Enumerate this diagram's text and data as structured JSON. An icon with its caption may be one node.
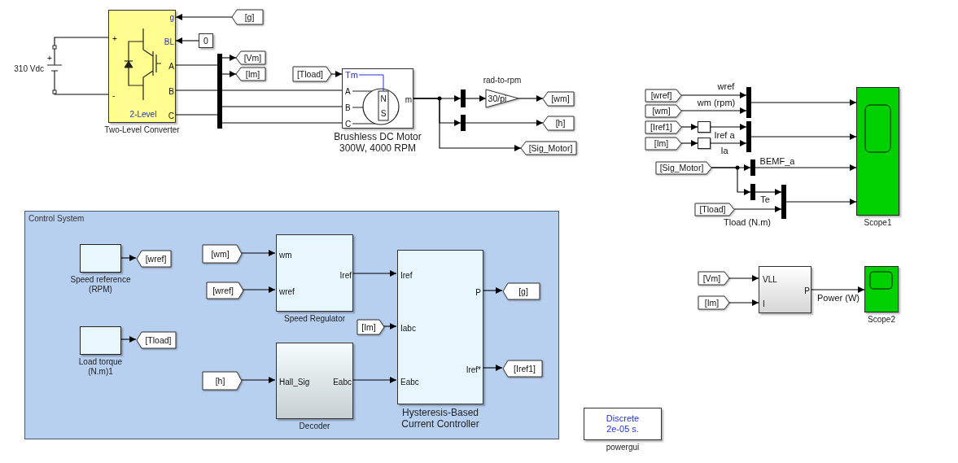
{
  "diagram": {
    "nodes": [
      {
        "text": [
          "g",
          "BL",
          "A",
          "B",
          "C",
          "+",
          "-",
          "2-Level"
        ],
        "beside": [
          "Two-Level Converter"
        ]
      },
      {
        "text": [
          "+"
        ],
        "beside": [
          "310 Vdc"
        ]
      },
      {
        "text": [
          "[g]"
        ]
      },
      {
        "text": [
          "0"
        ]
      },
      {
        "text": [],
        "shape": "bar"
      },
      {
        "text": [
          "[Vm]"
        ]
      },
      {
        "text": [
          "[Im]"
        ]
      },
      {
        "text": [
          "[Tload]"
        ]
      },
      {
        "text": [
          "Tm",
          "A",
          "B",
          "C",
          "m",
          "N",
          "S"
        ],
        "beside": [
          "Brushless DC Motor 300W, 4000 RPM"
        ]
      },
      {
        "text": [],
        "shape": "bar"
      },
      {
        "text": [],
        "shape": "bar"
      },
      {
        "text": [
          "30/pi"
        ],
        "beside": [
          "rad-to-rpm"
        ]
      },
      {
        "text": [
          "[wm]"
        ]
      },
      {
        "text": [
          "[h]"
        ]
      },
      {
        "text": [
          "[Sig_Motor]"
        ]
      },
      {
        "text": [
          "[wref]"
        ]
      },
      {
        "text": [
          "[wm]"
        ]
      },
      {
        "text": [
          "[Iref1]"
        ]
      },
      {
        "text": [
          "[Im]"
        ]
      },
      {
        "text": [],
        "shape": "box"
      },
      {
        "text": [],
        "shape": "box"
      },
      {
        "text": [],
        "shape": "bar"
      },
      {
        "text": [],
        "shape": "bar"
      },
      {
        "text": [
          "[Sig_Motor]"
        ]
      },
      {
        "text": [],
        "shape": "bar"
      },
      {
        "text": [],
        "shape": "bar"
      },
      {
        "text": [],
        "shape": "bar"
      },
      {
        "text": [
          "[Tload]"
        ]
      },
      {
        "text": [],
        "shape": "box",
        "beside": [
          "Scope1"
        ]
      },
      {
        "text": [
          "[Vm]"
        ]
      },
      {
        "text": [
          "[Im]"
        ]
      },
      {
        "text": [
          "VLL",
          "I",
          "P"
        ]
      },
      {
        "text": [],
        "shape": "box",
        "beside": [
          "Scope2"
        ]
      },
      {
        "text": [
          "Discrete 2e-05 s."
        ],
        "beside": [
          "powergui"
        ]
      },
      {
        "text": [
          "Control System"
        ]
      },
      {
        "text": [],
        "shape": "box",
        "beside": [
          "Speed reference (RPM)"
        ],
        "in": 34
      },
      {
        "text": [
          "[wref]"
        ],
        "in": 34
      },
      {
        "text": [],
        "shape": "box",
        "beside": [
          "Load torque (N.m)1"
        ],
        "in": 34
      },
      {
        "text": [
          "[Tload]"
        ],
        "in": 34
      },
      {
        "text": [
          "[wm]"
        ],
        "in": 34
      },
      {
        "text": [
          "[wref]"
        ],
        "in": 34
      },
      {
        "text": [
          "wm",
          "wref",
          "Iref"
        ],
        "beside": [
          "Speed Regulator"
        ],
        "in": 34
      },
      {
        "text": [
          "[h]"
        ],
        "in": 34
      },
      {
        "text": [
          "Hall_Sig",
          "Eabc"
        ],
        "beside": [
          "Decoder"
        ],
        "in": 34
      },
      {
        "text": [
          "[Im]"
        ],
        "in": 34
      },
      {
        "text": [
          "Iref",
          "Iabc",
          "Eabc",
          "P",
          "Iref*"
        ],
        "beside": [
          "Hysteresis-Based Current Controller"
        ],
        "in": 34
      },
      {
        "text": [
          "[g]"
        ],
        "in": 34
      },
      {
        "text": [
          "[Iref1]"
        ],
        "in": 34
      }
    ],
    "edges": [
      {
        "from": 1,
        "to": 0,
        "arrow": "none"
      },
      {
        "from": 1,
        "to": 0,
        "arrow": "none"
      },
      {
        "from": 2,
        "to": 0,
        "arrow": "to"
      },
      {
        "from": 3,
        "to": 0,
        "arrow": "to"
      },
      {
        "from": 0,
        "to": 4,
        "arrow": "none"
      },
      {
        "from": 0,
        "to": 4,
        "arrow": "none"
      },
      {
        "from": 0,
        "to": 4,
        "arrow": "none"
      },
      {
        "from": 4,
        "to": 5,
        "arrow": "to"
      },
      {
        "from": 4,
        "to": 6,
        "arrow": "to"
      },
      {
        "from": 4,
        "to": 8,
        "arrow": "none"
      },
      {
        "from": 4,
        "to": 8,
        "arrow": "none"
      },
      {
        "from": 4,
        "to": 8,
        "arrow": "none"
      },
      {
        "from": 7,
        "to": 8,
        "arrow": "to"
      },
      {
        "from": 8,
        "to": 9,
        "arrow": "to"
      },
      {
        "from": 8,
        "to": 10,
        "arrow": "to"
      },
      {
        "from": 8,
        "to": 14,
        "arrow": "to"
      },
      {
        "from": 9,
        "to": 11,
        "arrow": "to"
      },
      {
        "from": 11,
        "to": 12,
        "arrow": "to"
      },
      {
        "from": 10,
        "to": 13,
        "arrow": "to"
      },
      {
        "from": 15,
        "to": 21,
        "arrow": "to",
        "label": "wref"
      },
      {
        "from": 16,
        "to": 21,
        "arrow": "to",
        "label": "wm (rpm)"
      },
      {
        "from": 17,
        "to": 19,
        "arrow": "to"
      },
      {
        "from": 18,
        "to": 20,
        "arrow": "to"
      },
      {
        "from": 19,
        "to": 22,
        "arrow": "to",
        "label": "Iref a"
      },
      {
        "from": 20,
        "to": 22,
        "arrow": "to",
        "label": "Ia"
      },
      {
        "from": 21,
        "to": 28,
        "arrow": "to"
      },
      {
        "from": 22,
        "to": 28,
        "arrow": "to"
      },
      {
        "from": 23,
        "to": 24,
        "arrow": "to"
      },
      {
        "from": 23,
        "to": 25,
        "arrow": "to"
      },
      {
        "from": 24,
        "to": 28,
        "arrow": "to",
        "label": "BEMF_a"
      },
      {
        "from": 25,
        "to": 26,
        "arrow": "to",
        "label": "Te"
      },
      {
        "from": 27,
        "to": 26,
        "arrow": "to",
        "label": "Tload (N.m)"
      },
      {
        "from": 26,
        "to": 28,
        "arrow": "to"
      },
      {
        "from": 29,
        "to": 31,
        "arrow": "to"
      },
      {
        "from": 30,
        "to": 31,
        "arrow": "to"
      },
      {
        "from": 31,
        "to": 32,
        "arrow": "to",
        "label": "Power (W)"
      },
      {
        "from": 35,
        "to": 36,
        "arrow": "to"
      },
      {
        "from": 37,
        "to": 38,
        "arrow": "to"
      },
      {
        "from": 39,
        "to": 41,
        "arrow": "to"
      },
      {
        "from": 40,
        "to": 41,
        "arrow": "to"
      },
      {
        "from": 41,
        "to": 45,
        "arrow": "to"
      },
      {
        "from": 44,
        "to": 45,
        "arrow": "to"
      },
      {
        "from": 42,
        "to": 43,
        "arrow": "to"
      },
      {
        "from": 43,
        "to": 45,
        "arrow": "to"
      },
      {
        "from": 45,
        "to": 46,
        "arrow": "to"
      },
      {
        "from": 45,
        "to": 47,
        "arrow": "to"
      }
    ]
  }
}
